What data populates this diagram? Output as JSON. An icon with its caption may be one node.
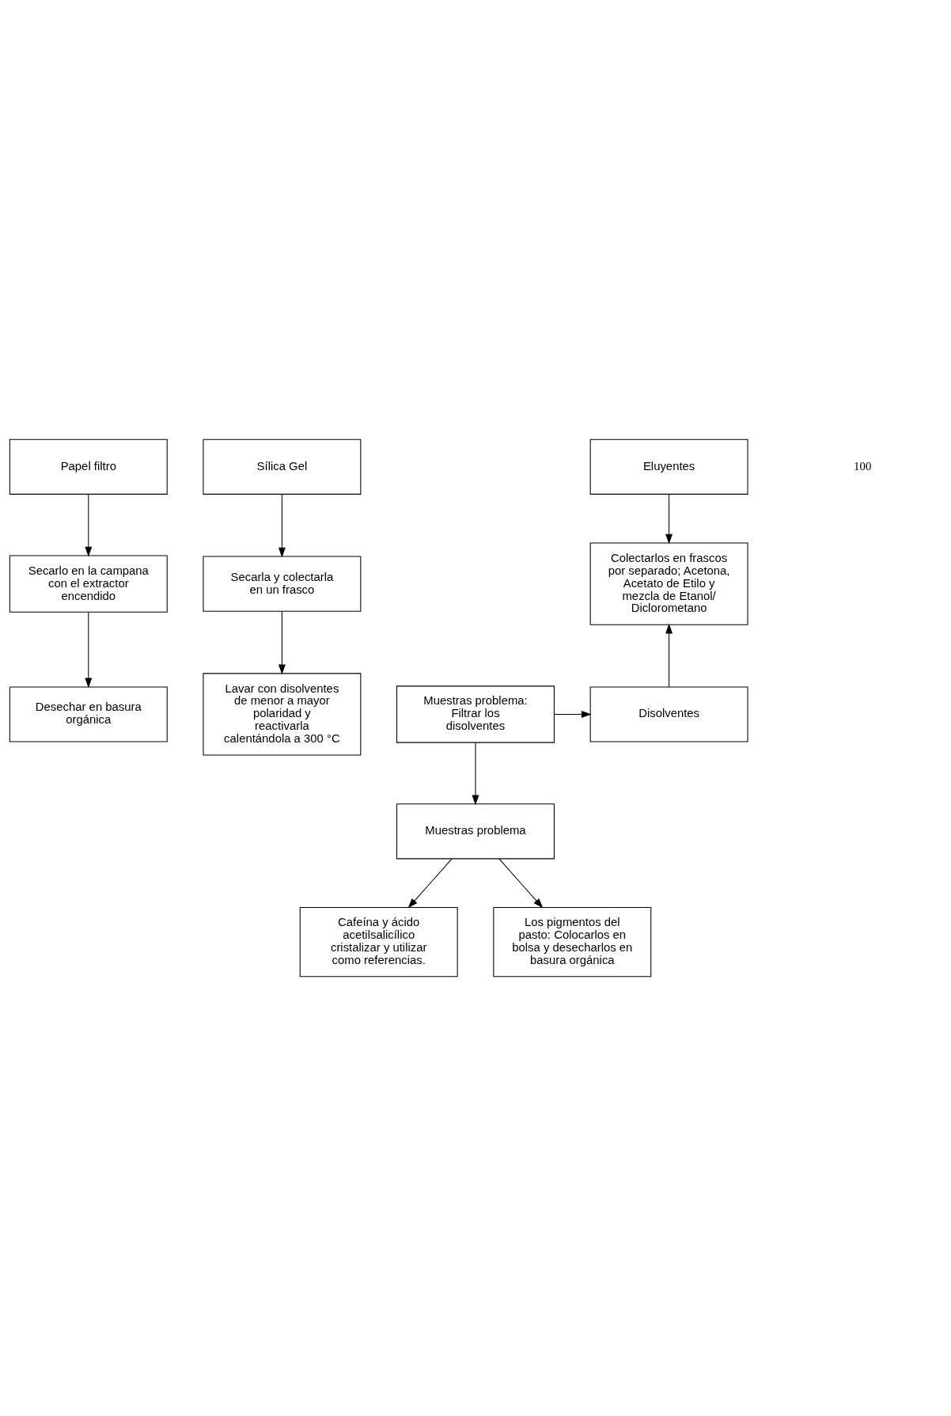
{
  "diagram": {
    "nodes": [
      {
        "text": [
          "Papel filtro"
        ]
      },
      {
        "text": [
          "Sílica Gel"
        ]
      },
      {
        "text": [
          "Eluyentes"
        ]
      },
      {
        "text": [
          "Secarlo en la campana con el extractor encendido"
        ]
      },
      {
        "text": [
          "Secarla y colectarla en un frasco"
        ]
      },
      {
        "text": [
          "Colectarlos en frascos por separado; Acetona, Acetato de Etilo y mezcla de Etanol/ Diclorometano"
        ]
      },
      {
        "text": [
          "Desechar en basura orgánica"
        ]
      },
      {
        "text": [
          "Lavar con disolventes de menor a mayor polaridad y reactivarla calentándola a 300 °C"
        ]
      },
      {
        "text": [
          "Muestras problema: Filtrar los disolventes"
        ]
      },
      {
        "text": [
          "Disolventes"
        ]
      },
      {
        "text": [
          "Muestras problema"
        ]
      },
      {
        "text": [
          "Cafeína y ácido acetilsalicílico cristalizar y utilizar como referencias."
        ]
      },
      {
        "text": [
          "Los pigmentos del pasto: Colocarlos en bolsa y desecharlos en basura orgánica"
        ]
      }
    ],
    "edges": [
      {
        "from": 0,
        "to": 3,
        "arrow": "to"
      },
      {
        "from": 1,
        "to": 4,
        "arrow": "to"
      },
      {
        "from": 2,
        "to": 5,
        "arrow": "to"
      },
      {
        "from": 3,
        "to": 6,
        "arrow": "to"
      },
      {
        "from": 4,
        "to": 7,
        "arrow": "to"
      },
      {
        "from": 8,
        "to": 9,
        "arrow": "to"
      },
      {
        "from": 9,
        "to": 5,
        "arrow": "to"
      },
      {
        "from": 8,
        "to": 10,
        "arrow": "to"
      },
      {
        "from": 10,
        "to": 11,
        "arrow": "to"
      },
      {
        "from": 10,
        "to": 12,
        "arrow": "to"
      }
    ],
    "labels": [
      "100"
    ]
  }
}
